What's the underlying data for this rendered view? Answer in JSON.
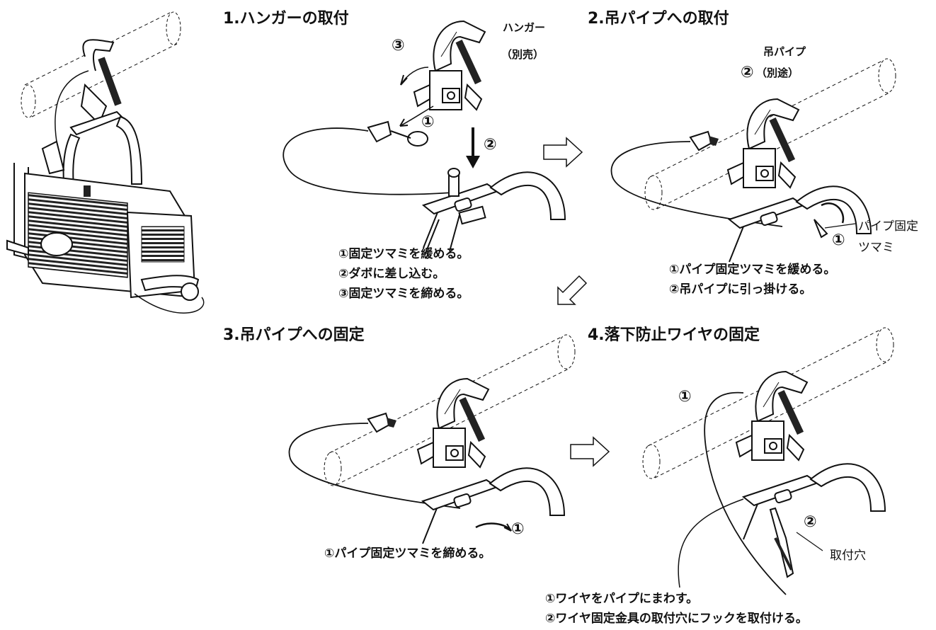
{
  "titles": {
    "s1": "1.ハンガーの取付",
    "s2": "2.吊パイプへの取付",
    "s3": "3.吊パイプへの固定",
    "s4": "4.落下防止ワイヤの固定"
  },
  "labels": {
    "hanger": "ハンガー",
    "hanger_sub": "（別売）",
    "pipe": "吊パイプ",
    "pipe_sub": "（別途）",
    "pipe_knob_1": "パイプ固定",
    "pipe_knob_2": "ツマミ",
    "mount_hole": "取付穴"
  },
  "markers": {
    "m1": "①",
    "m2": "②",
    "m3": "③"
  },
  "instructions": {
    "s1": [
      "①固定ツマミを緩める。",
      "②ダボに差し込む。",
      "③固定ツマミを締める。"
    ],
    "s2": [
      "①パイプ固定ツマミを緩める。",
      "②吊パイプに引っ掛ける。"
    ],
    "s3": [
      "①パイプ固定ツマミを締める。"
    ],
    "s4": [
      "①ワイヤをパイプにまわす。",
      "②ワイヤ固定金具の取付穴にフックを取付ける。"
    ]
  }
}
